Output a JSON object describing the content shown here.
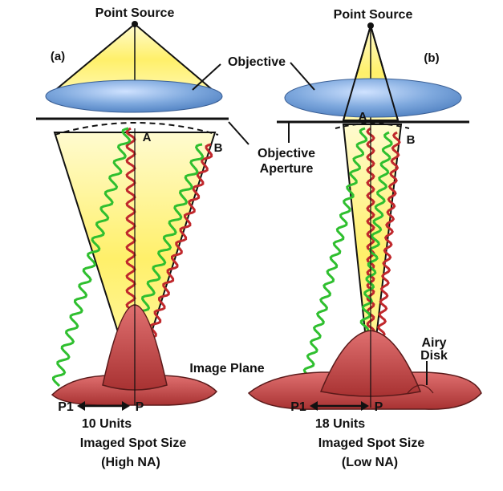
{
  "left_panel": {
    "title": "Point Source",
    "panel_label": "(a)",
    "point_a": "A",
    "point_b": "B",
    "p1": "P1",
    "p": "P",
    "units": "10 Units",
    "caption_line1": "Imaged Spot Size",
    "caption_line2": "(High NA)"
  },
  "right_panel": {
    "title": "Point Source",
    "panel_label": "(b)",
    "point_a": "A",
    "point_b": "B",
    "p1": "P1",
    "p": "P",
    "units": "18 Units",
    "caption_line1": "Imaged Spot Size",
    "caption_line2": "(Low NA)"
  },
  "labels": {
    "objective": "Objective",
    "aperture_line1": "Objective",
    "aperture_line2": "Aperture",
    "image_plane": "Image Plane",
    "airy_line1": "Airy",
    "airy_line2": "Disk"
  },
  "colors": {
    "cone": "#fff27a",
    "lens": "#7fa9de",
    "wave_green": "#2fbf2f",
    "wave_red": "#c0282c",
    "airy": "#c94a4a"
  }
}
